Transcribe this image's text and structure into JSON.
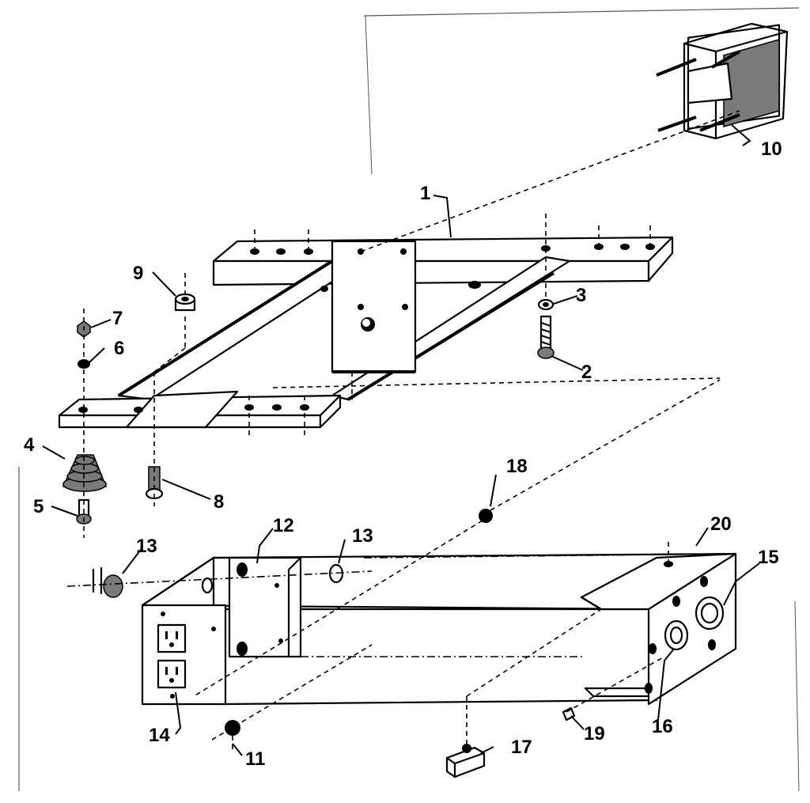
{
  "diagram": {
    "callouts": {
      "c1": "1",
      "c2": "2",
      "c3": "3",
      "c4": "4",
      "c5": "5",
      "c6": "6",
      "c7": "7",
      "c8": "8",
      "c9": "9",
      "c10": "10",
      "c11": "11",
      "c12": "12",
      "c13a": "13",
      "c13b": "13",
      "c14": "14",
      "c15": "15",
      "c16": "16",
      "c17": "17",
      "c18": "18",
      "c19": "19",
      "c20": "20"
    }
  }
}
